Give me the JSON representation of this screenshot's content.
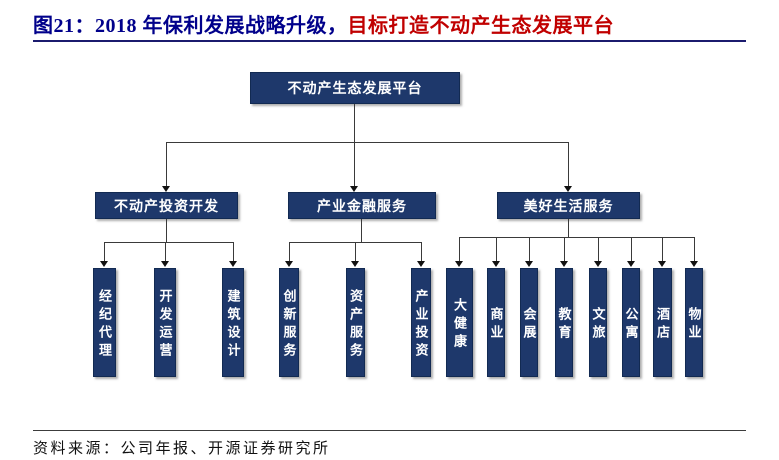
{
  "title": {
    "part1": "图21：2018 年保利发展战略升级，",
    "part2": "目标打造不动产生态发展平台"
  },
  "diagram": {
    "root": "不动产生态发展平台",
    "groups": [
      {
        "parent": "不动产投资开发",
        "children": [
          "经纪代理",
          "开发运营",
          "建筑设计"
        ]
      },
      {
        "parent": "产业金融服务",
        "children": [
          "创新服务",
          "资产服务",
          "产业投资"
        ]
      },
      {
        "parent": "美好生活服务",
        "children": [
          "大健康",
          "商业",
          "会展",
          "教育",
          "文旅",
          "公寓",
          "酒店",
          "物业"
        ]
      }
    ]
  },
  "footer": {
    "source_label": "资料来源：",
    "source_text": "公司年报、开源证券研究所"
  },
  "colors": {
    "box_fill": "#1E386B",
    "title_navy": "#00008B",
    "title_red": "#C00000",
    "connector": "#3A3A3A",
    "background": "#FFFFFF"
  }
}
